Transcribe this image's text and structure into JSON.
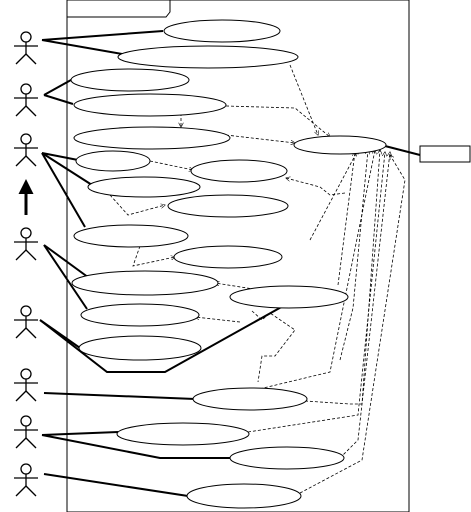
{
  "diagram": {
    "type": "use-case",
    "system_boundary": {
      "tab_label": ""
    },
    "actors": [
      {
        "id": "actor-1",
        "label": ""
      },
      {
        "id": "actor-2",
        "label": ""
      },
      {
        "id": "actor-3",
        "label": ""
      },
      {
        "id": "actor-4",
        "label": ""
      },
      {
        "id": "actor-5",
        "label": ""
      },
      {
        "id": "actor-6",
        "label": ""
      },
      {
        "id": "actor-7",
        "label": ""
      },
      {
        "id": "actor-8",
        "label": ""
      }
    ],
    "use_cases": [
      {
        "id": "uc-1",
        "label": ""
      },
      {
        "id": "uc-2",
        "label": ""
      },
      {
        "id": "uc-3",
        "label": ""
      },
      {
        "id": "uc-4",
        "label": ""
      },
      {
        "id": "uc-5",
        "label": ""
      },
      {
        "id": "uc-6",
        "label": ""
      },
      {
        "id": "uc-7",
        "label": ""
      },
      {
        "id": "uc-8",
        "label": ""
      },
      {
        "id": "uc-9",
        "label": ""
      },
      {
        "id": "uc-10",
        "label": ""
      },
      {
        "id": "uc-11",
        "label": ""
      },
      {
        "id": "uc-12",
        "label": ""
      },
      {
        "id": "uc-13",
        "label": ""
      },
      {
        "id": "uc-14",
        "label": ""
      },
      {
        "id": "uc-15",
        "label": ""
      },
      {
        "id": "uc-16",
        "label": ""
      },
      {
        "id": "uc-17",
        "label": ""
      },
      {
        "id": "uc-18",
        "label": ""
      },
      {
        "id": "uc-19",
        "label": ""
      }
    ],
    "external_system": {
      "label": ""
    }
  }
}
